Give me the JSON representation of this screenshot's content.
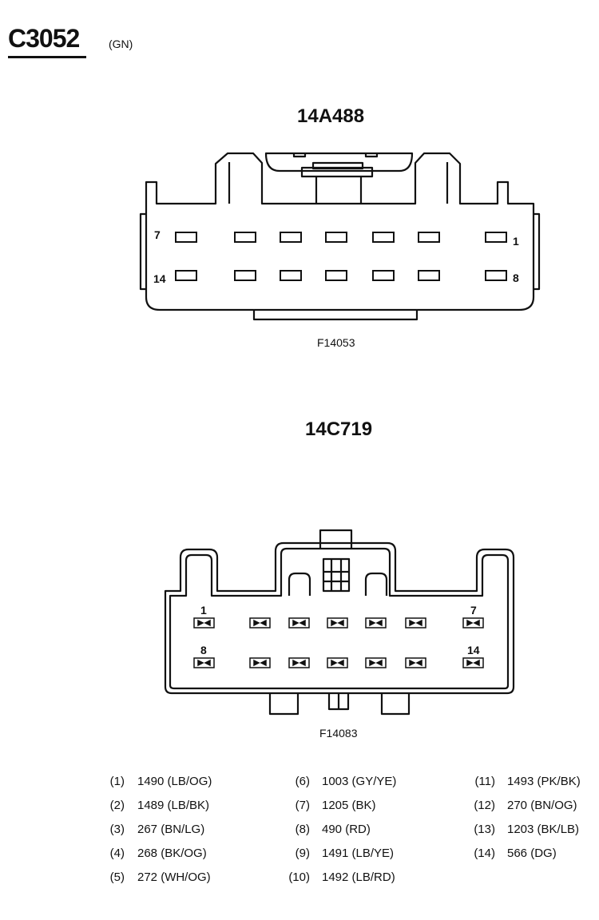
{
  "header": {
    "connector_id": "C3052",
    "color_code": "(GN)"
  },
  "connector_top": {
    "part_number": "14A488",
    "figure_id": "F14053",
    "pin_labels": [
      "7",
      "1",
      "14",
      "8"
    ]
  },
  "connector_bottom": {
    "part_number": "14C719",
    "figure_id": "F14083",
    "pin_labels": [
      "1",
      "7",
      "8",
      "14"
    ]
  },
  "pinout": [
    {
      "num": "(1)",
      "wire": "1490 (LB/OG)"
    },
    {
      "num": "(2)",
      "wire": "1489 (LB/BK)"
    },
    {
      "num": "(3)",
      "wire": "267 (BN/LG)"
    },
    {
      "num": "(4)",
      "wire": "268 (BK/OG)"
    },
    {
      "num": "(5)",
      "wire": "272 (WH/OG)"
    },
    {
      "num": "(6)",
      "wire": "1003 (GY/YE)"
    },
    {
      "num": "(7)",
      "wire": "1205 (BK)"
    },
    {
      "num": "(8)",
      "wire": "490 (RD)"
    },
    {
      "num": "(9)",
      "wire": "1491 (LB/YE)"
    },
    {
      "num": "(10)",
      "wire": "1492 (LB/RD)"
    },
    {
      "num": "(11)",
      "wire": "1493 (PK/BK)"
    },
    {
      "num": "(12)",
      "wire": "270 (BN/OG)"
    },
    {
      "num": "(13)",
      "wire": "1203 (BK/LB)"
    },
    {
      "num": "(14)",
      "wire": "566 (DG)"
    }
  ]
}
